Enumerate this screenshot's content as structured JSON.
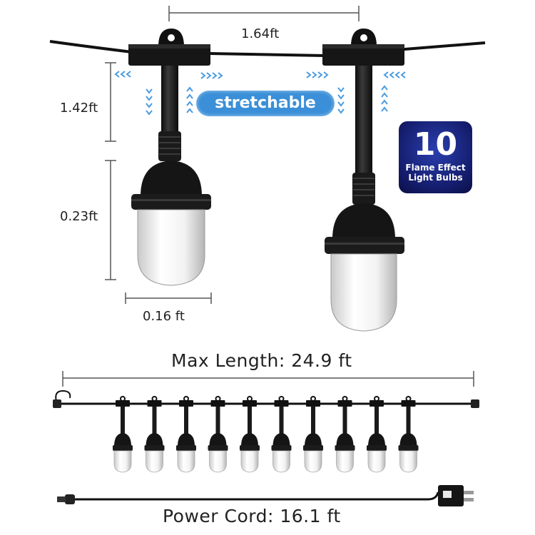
{
  "dimensions": {
    "spacing": "1.64ft",
    "drop_height": "1.42ft",
    "bulb_height": "0.23ft",
    "bulb_width": "0.16 ft"
  },
  "stretch_label": "stretchable",
  "badge": {
    "count": "10",
    "line1": "Flame Effect",
    "line2": "Light Bulbs"
  },
  "max_length": "Max Length: 24.9 ft",
  "power_cord": "Power Cord: 16.1 ft",
  "string_bulb_count": 10,
  "colors": {
    "arrow": "#4a9be0",
    "pill": "#3a8fd8",
    "badge": "#1a2a8a",
    "cable": "#111111",
    "dimension_line": "#555555"
  }
}
